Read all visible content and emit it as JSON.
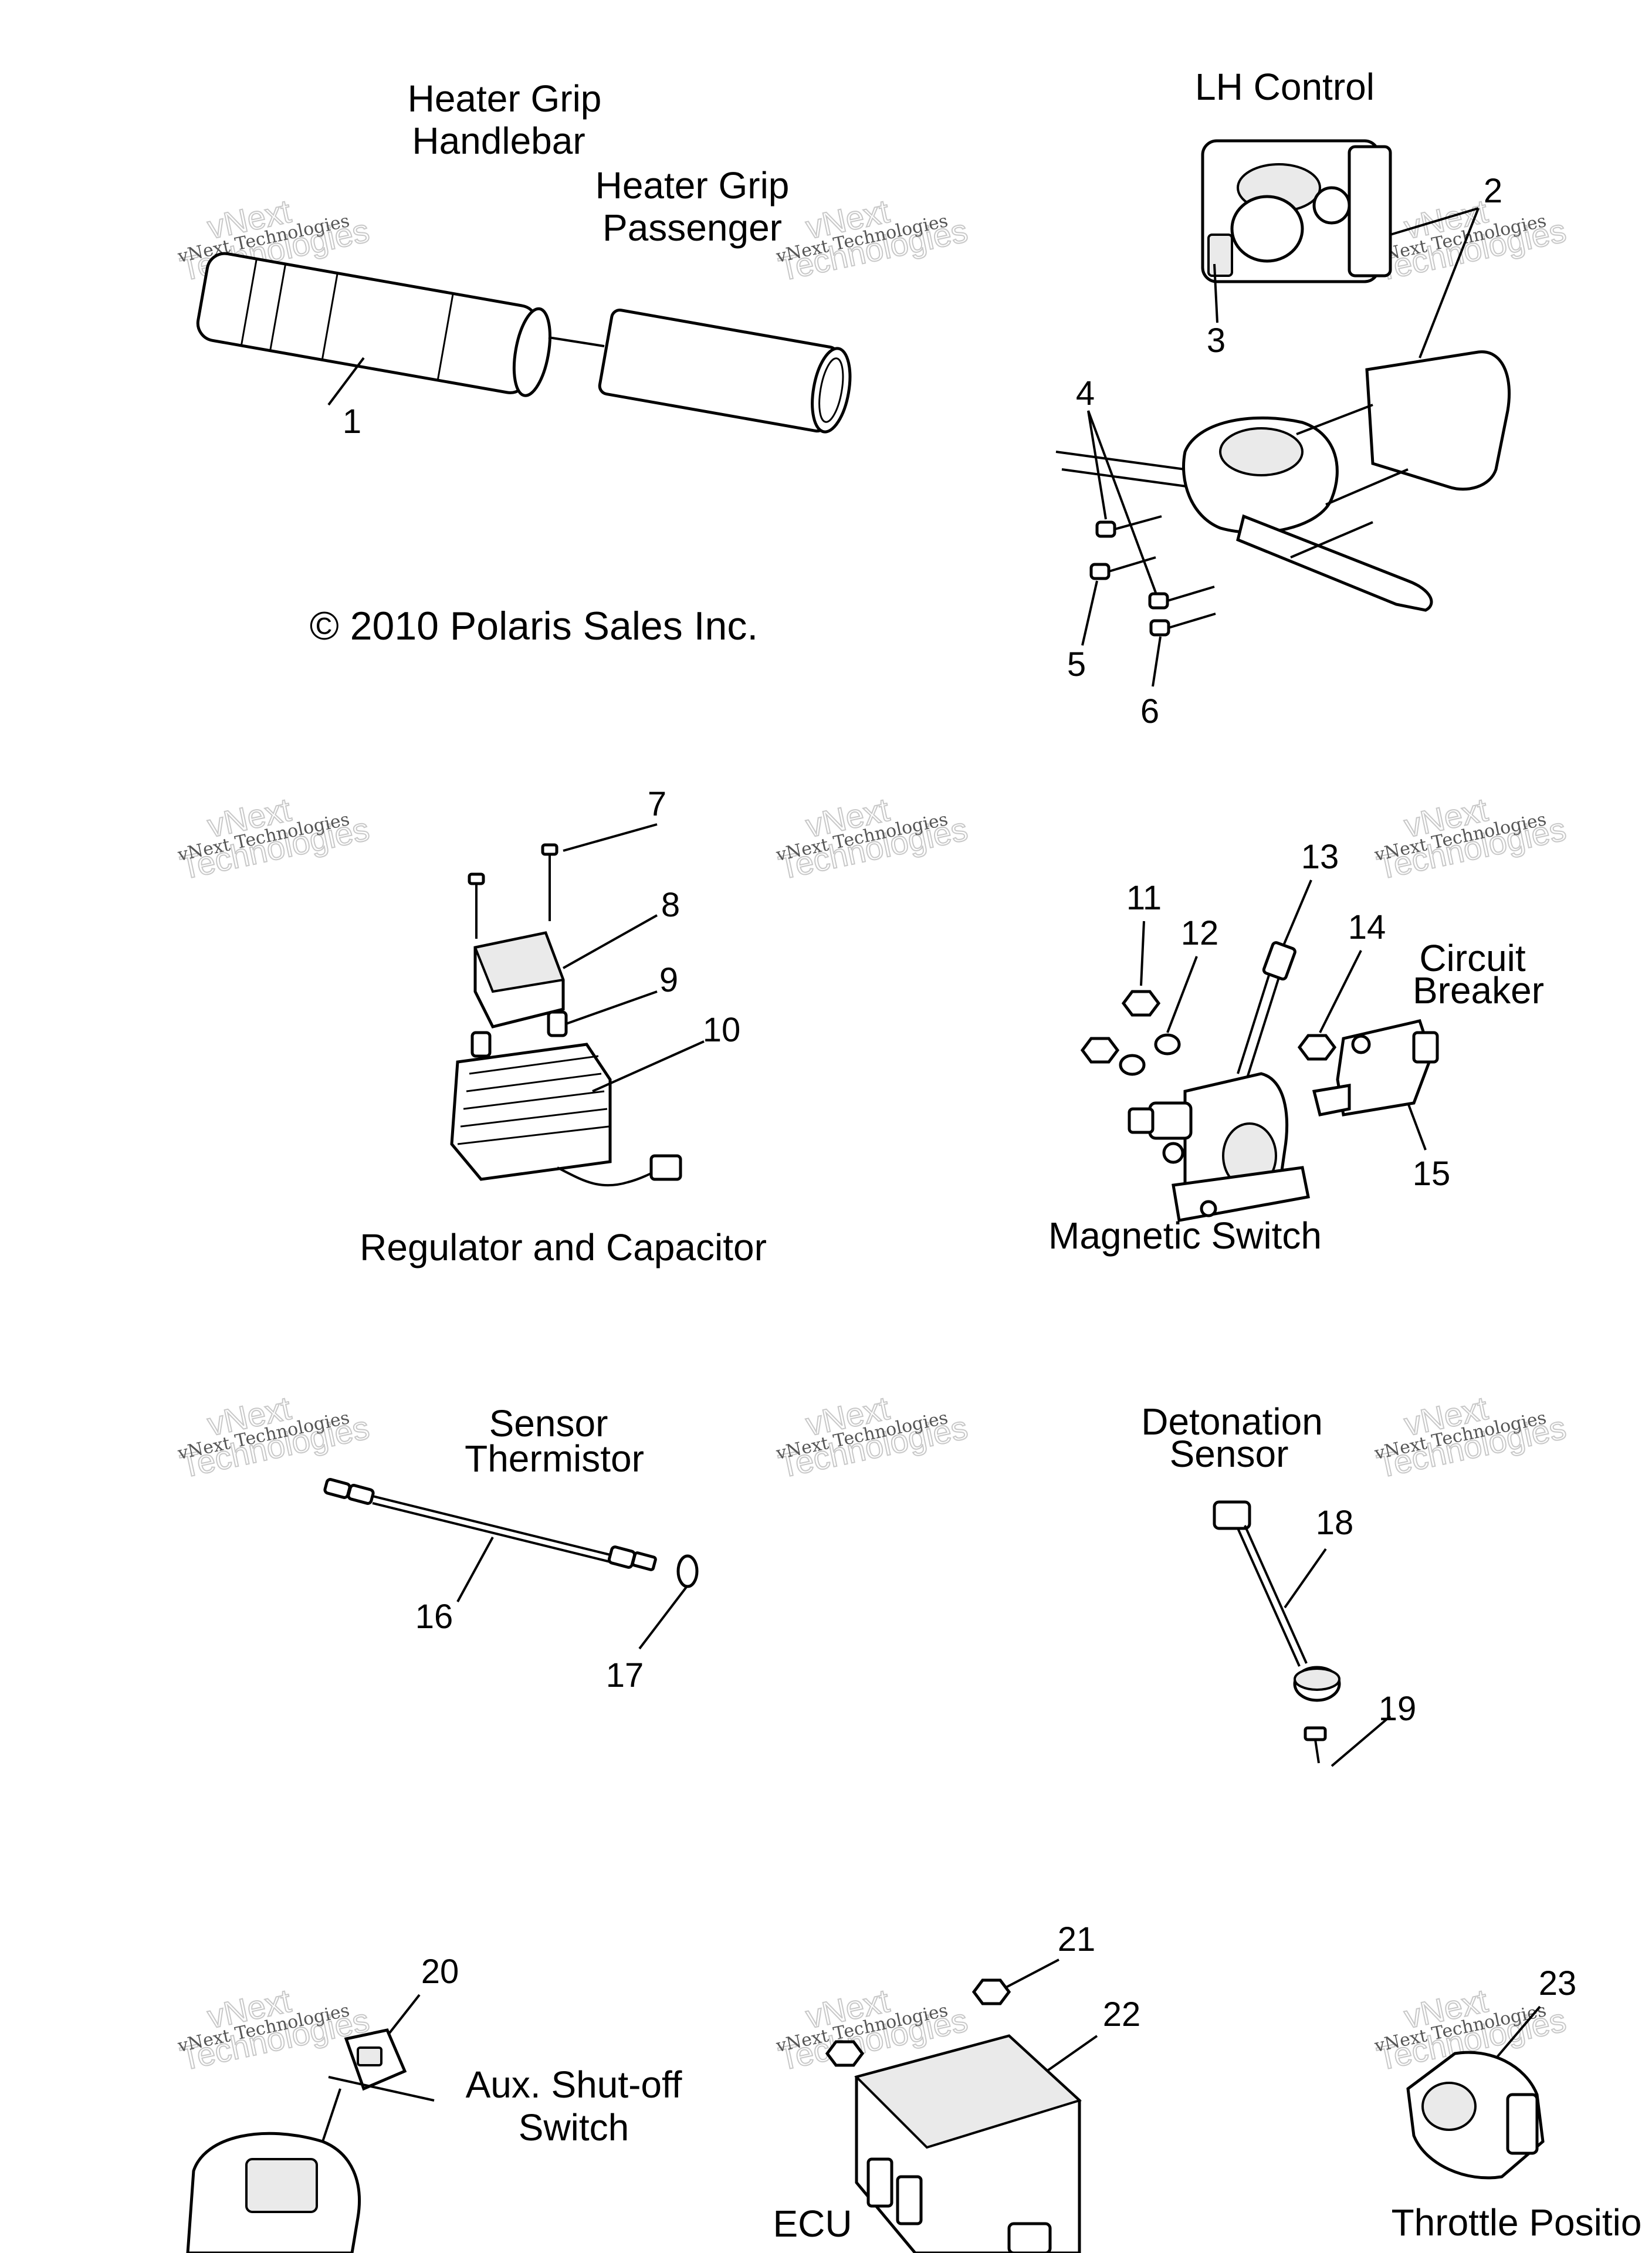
{
  "copyright": "© 2010 Polaris Sales Inc.",
  "watermark": {
    "line1": "vNext Technologies",
    "line2": "Technologies",
    "line3": "vNext"
  },
  "sections": {
    "heater_grip_handlebar": [
      "Heater Grip",
      "Handlebar"
    ],
    "heater_grip_passenger": [
      "Heater Grip",
      "Passenger"
    ],
    "lh_control": "LH Control",
    "regulator_capacitor": "Regulator and Capacitor",
    "circuit_breaker": [
      "Circuit",
      "Breaker"
    ],
    "magnetic_switch": "Magnetic Switch",
    "sensor_thermistor": [
      "Sensor",
      "Thermistor"
    ],
    "detonation_sensor": [
      "Detonation",
      "Sensor"
    ],
    "aux_shutoff_switch": [
      "Aux. Shut-off",
      "Switch"
    ],
    "ecu": "ECU",
    "throttle_position": "Throttle Positio"
  },
  "callouts": [
    "1",
    "2",
    "3",
    "4",
    "5",
    "6",
    "7",
    "8",
    "9",
    "10",
    "11",
    "12",
    "13",
    "14",
    "15",
    "16",
    "17",
    "18",
    "19",
    "20",
    "21",
    "22",
    "23"
  ]
}
